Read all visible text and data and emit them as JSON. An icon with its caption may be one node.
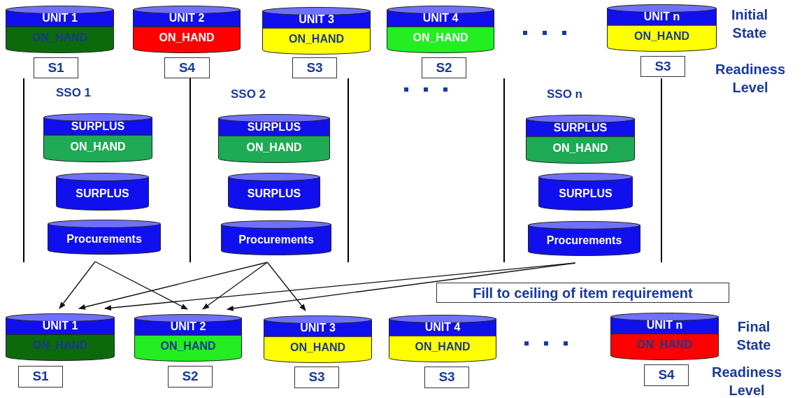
{
  "diagram": {
    "nodes": [
      {
        "text": [
          "UNIT 1",
          "ON_HAND"
        ]
      },
      {
        "text": [
          "UNIT 2",
          "ON_HAND"
        ]
      },
      {
        "text": [
          "UNIT 3",
          "ON_HAND"
        ]
      },
      {
        "text": [
          "UNIT 4",
          "ON_HAND"
        ]
      },
      {
        "text": [
          "UNIT n",
          "ON_HAND"
        ]
      },
      {
        "text": [
          "S1"
        ]
      },
      {
        "text": [
          "S4"
        ]
      },
      {
        "text": [
          "S3"
        ]
      },
      {
        "text": [
          "S2"
        ]
      },
      {
        "text": [
          "S3"
        ]
      },
      {
        "text": [
          "SURPLUS",
          "ON_HAND"
        ]
      },
      {
        "text": [
          "SURPLUS"
        ]
      },
      {
        "text": [
          "Procurements"
        ]
      },
      {
        "text": [
          "SURPLUS",
          "ON_HAND"
        ]
      },
      {
        "text": [
          "SURPLUS"
        ]
      },
      {
        "text": [
          "Procurements"
        ]
      },
      {
        "text": [
          "SURPLUS",
          "ON_HAND"
        ]
      },
      {
        "text": [
          "SURPLUS"
        ]
      },
      {
        "text": [
          "Procurements"
        ]
      },
      {
        "text": [
          "Fill to ceiling of item requirement"
        ]
      },
      {
        "text": [
          "UNIT 1",
          "ON_HAND"
        ]
      },
      {
        "text": [
          "UNIT 2",
          "ON_HAND"
        ]
      },
      {
        "text": [
          "UNIT 3",
          "ON_HAND"
        ]
      },
      {
        "text": [
          "UNIT 4",
          "ON_HAND"
        ]
      },
      {
        "text": [
          "UNIT n",
          "ON_HAND"
        ]
      },
      {
        "text": [
          "S1"
        ]
      },
      {
        "text": [
          "S2"
        ]
      },
      {
        "text": [
          "S3"
        ]
      },
      {
        "text": [
          "S3"
        ]
      },
      {
        "text": [
          "S4"
        ]
      }
    ],
    "edges": [
      {
        "from": 12,
        "to": 20,
        "arrow": "to"
      },
      {
        "from": 12,
        "to": 21,
        "arrow": "to"
      },
      {
        "from": 15,
        "to": 20,
        "arrow": "to"
      },
      {
        "from": 15,
        "to": 21,
        "arrow": "to"
      },
      {
        "from": 15,
        "to": 22,
        "arrow": "to"
      },
      {
        "from": 18,
        "to": 20,
        "arrow": "to"
      },
      {
        "from": 18,
        "to": 21,
        "arrow": "to"
      }
    ],
    "labels": [
      "Initial State",
      "Readiness Level",
      "SSO 1",
      "SSO 2",
      "SSO n",
      "Final State",
      "Readiness Level"
    ]
  }
}
